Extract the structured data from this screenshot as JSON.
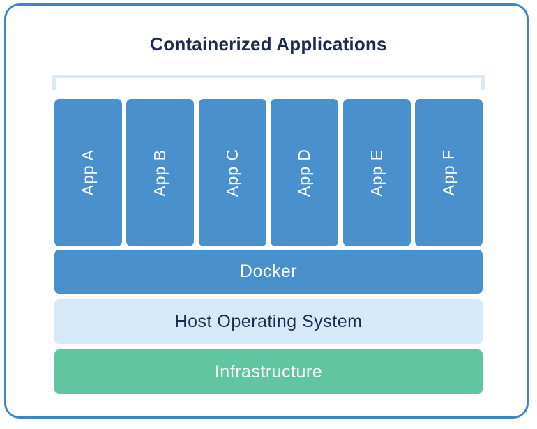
{
  "title": "Containerized Applications",
  "apps": {
    "items": [
      {
        "label": "App A"
      },
      {
        "label": "App B"
      },
      {
        "label": "App C"
      },
      {
        "label": "App D"
      },
      {
        "label": "App E"
      },
      {
        "label": "App F"
      }
    ]
  },
  "layers": {
    "docker": "Docker",
    "host_os": "Host Operating System",
    "infrastructure": "Infrastructure"
  },
  "colors": {
    "frame_border": "#3d85c6",
    "app_blue": "#4a90cd",
    "host_light_blue": "#d6e9f8",
    "infrastructure_green": "#61c5a2",
    "bracket_pale_blue": "#d8eaf8",
    "title_navy": "#1d2a4c",
    "label_white": "#ffffff"
  }
}
